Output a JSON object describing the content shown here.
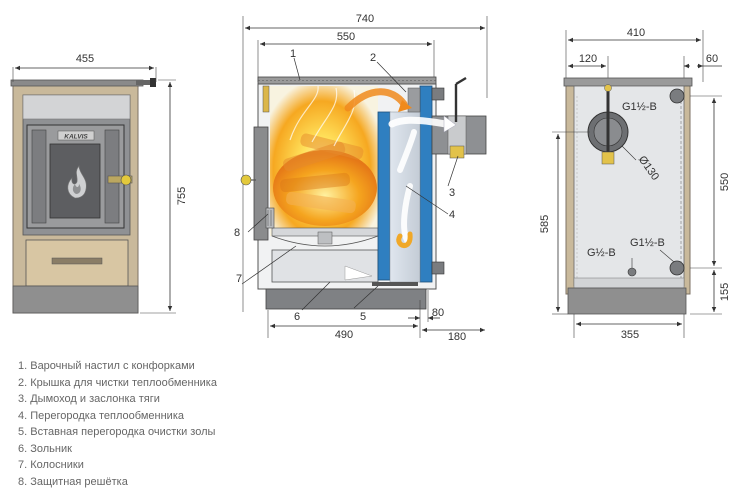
{
  "dimensions": {
    "front_width": "455",
    "front_height": "755",
    "side_total": "740",
    "side_inner": "550",
    "side_bottom": "490",
    "side_flue_depth": "80",
    "side_flue_right": "180",
    "rear_width_top": "410",
    "rear_offset_left": "120",
    "rear_offset_right": "60",
    "rear_height_inner": "550",
    "rear_height_left": "585",
    "rear_bottom_right": "155",
    "rear_width_bottom": "355",
    "flue_diameter": "Ø130"
  },
  "connectors": {
    "top_right": "G1½-B",
    "bottom_left": "G½-B",
    "bottom_right": "G1½-B"
  },
  "brand_plate": "KALVIS",
  "callouts": [
    "1",
    "2",
    "3",
    "4",
    "5",
    "6",
    "7",
    "8"
  ],
  "legend": [
    "1. Варочный настил с конфорками",
    "2. Крышка для чистки теплообменника",
    "3. Дымоход и заслонка тяги",
    "4. Перегородка теплообменника",
    "5. Вставная перегородка очистки золы",
    "6. Зольник",
    "7. Колосники",
    "8. Защитная решётка"
  ],
  "colors": {
    "cabinet_beige": "#c9b99b",
    "steel_gray": "#8f8f8f",
    "body_light": "#e4e6e8",
    "exchanger_blue": "#2f7fc0",
    "flame_orange": "#f08a1c",
    "flame_yellow": "#ffe05a"
  },
  "icons": [
    "flame-icon"
  ]
}
